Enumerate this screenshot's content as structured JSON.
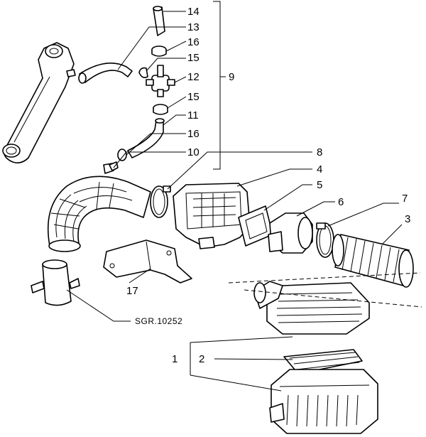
{
  "callouts": {
    "c1": "1",
    "c2": "2",
    "c3": "3",
    "c4": "4",
    "c5": "5",
    "c6": "6",
    "c7": "7",
    "c8": "8",
    "c9": "9",
    "c10": "10",
    "c11": "11",
    "c12": "12",
    "c13": "13",
    "c14": "14",
    "c15a": "15",
    "c15b": "15",
    "c16a": "16",
    "c16b": "16",
    "c17": "17"
  },
  "reference_label": "SGR.10252"
}
